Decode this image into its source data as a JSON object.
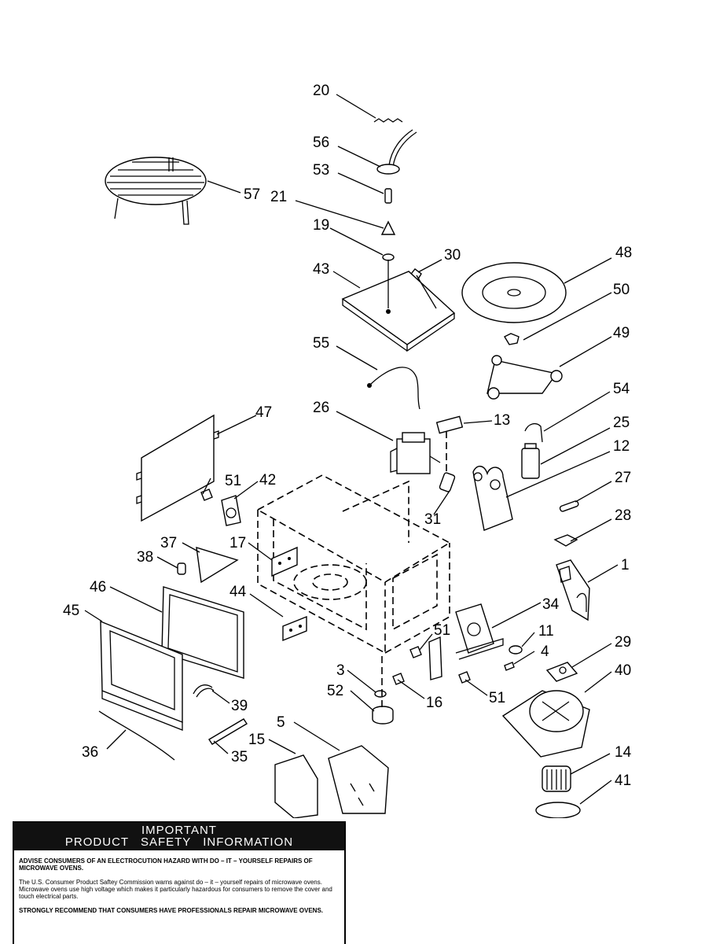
{
  "callouts": [
    {
      "id": "c20",
      "text": "20"
    },
    {
      "id": "c56",
      "text": "56"
    },
    {
      "id": "c53",
      "text": "53"
    },
    {
      "id": "c21",
      "text": "21"
    },
    {
      "id": "c19",
      "text": "19"
    },
    {
      "id": "c30",
      "text": "30"
    },
    {
      "id": "c43",
      "text": "43"
    },
    {
      "id": "c57",
      "text": "57"
    },
    {
      "id": "c48",
      "text": "48"
    },
    {
      "id": "c50",
      "text": "50"
    },
    {
      "id": "c49",
      "text": "49"
    },
    {
      "id": "c55",
      "text": "55"
    },
    {
      "id": "c54",
      "text": "54"
    },
    {
      "id": "c26",
      "text": "26"
    },
    {
      "id": "c13",
      "text": "13"
    },
    {
      "id": "c25",
      "text": "25"
    },
    {
      "id": "c12",
      "text": "12"
    },
    {
      "id": "c47",
      "text": "47"
    },
    {
      "id": "c27",
      "text": "27"
    },
    {
      "id": "c51a",
      "text": "51"
    },
    {
      "id": "c42",
      "text": "42"
    },
    {
      "id": "c31",
      "text": "31"
    },
    {
      "id": "c28",
      "text": "28"
    },
    {
      "id": "c37",
      "text": "37"
    },
    {
      "id": "c17",
      "text": "17"
    },
    {
      "id": "c38",
      "text": "38"
    },
    {
      "id": "c1",
      "text": "1"
    },
    {
      "id": "c46",
      "text": "46"
    },
    {
      "id": "c44",
      "text": "44"
    },
    {
      "id": "c45",
      "text": "45"
    },
    {
      "id": "c34",
      "text": "34"
    },
    {
      "id": "c51b",
      "text": "51"
    },
    {
      "id": "c11",
      "text": "11"
    },
    {
      "id": "c4",
      "text": "4"
    },
    {
      "id": "c29",
      "text": "29"
    },
    {
      "id": "c3",
      "text": "3"
    },
    {
      "id": "c40",
      "text": "40"
    },
    {
      "id": "c52",
      "text": "52"
    },
    {
      "id": "c16",
      "text": "16"
    },
    {
      "id": "c51c",
      "text": "51"
    },
    {
      "id": "c39",
      "text": "39"
    },
    {
      "id": "c5",
      "text": "5"
    },
    {
      "id": "c36",
      "text": "36"
    },
    {
      "id": "c15",
      "text": "15"
    },
    {
      "id": "c35",
      "text": "35"
    },
    {
      "id": "c14",
      "text": "14"
    },
    {
      "id": "c41",
      "text": "41"
    }
  ],
  "safety": {
    "header_line1": "IMPORTANT",
    "header_line2": "PRODUCT SAFETY INFORMATION",
    "p1": "ADVISE CONSUMERS OF AN ELECTROCUTION HAZARD WITH DO – IT – YOURSELF REPAIRS OF MICROWAVE OVENS.",
    "p2": "The U.S. Consumer Product Saftey Commission warns against do – it – yourself repairs of microwave ovens. Microwave ovens use high voltage which makes it particularly hazardous for consumers to remove the cover and touch electrical parts.",
    "p3": "STRONGLY RECOMMEND THAT CONSUMERS HAVE PROFESSIONALS REPAIR MICROWAVE OVENS."
  }
}
